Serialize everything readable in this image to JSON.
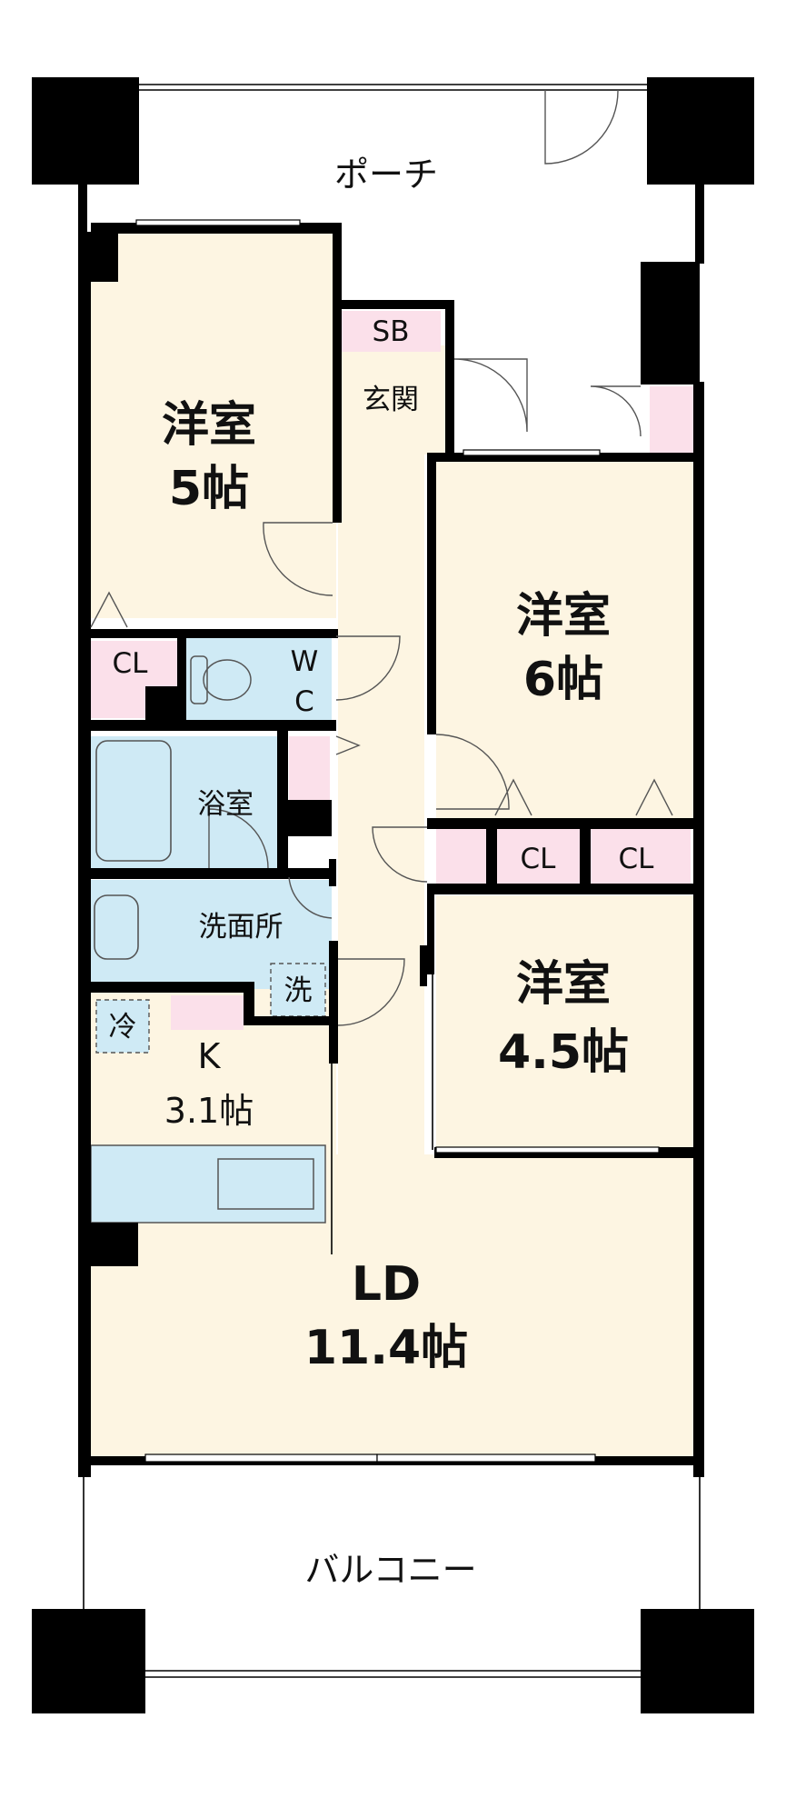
{
  "colors": {
    "room": "#fdf5e2",
    "wet": "#cfeaf5",
    "closet": "#fbe0ea",
    "wall": "#000000",
    "background": "#ffffff"
  },
  "labels": {
    "porch": "ポーチ",
    "sb": "SB",
    "genkan": "玄関",
    "room1_name": "洋室",
    "room1_size": "5帖",
    "room2_name": "洋室",
    "room2_size": "6帖",
    "room3_name": "洋室",
    "room3_size": "4.5帖",
    "cl1": "CL",
    "cl2": "CL",
    "cl3": "CL",
    "wc_w": "W",
    "wc_c": "C",
    "bath": "浴室",
    "washroom": "洗面所",
    "washer": "洗",
    "fridge": "冷",
    "kitchen_name": "K",
    "kitchen_size": "3.1帖",
    "ld_name": "LD",
    "ld_size": "11.4帖",
    "balcony": "バルコニー"
  }
}
